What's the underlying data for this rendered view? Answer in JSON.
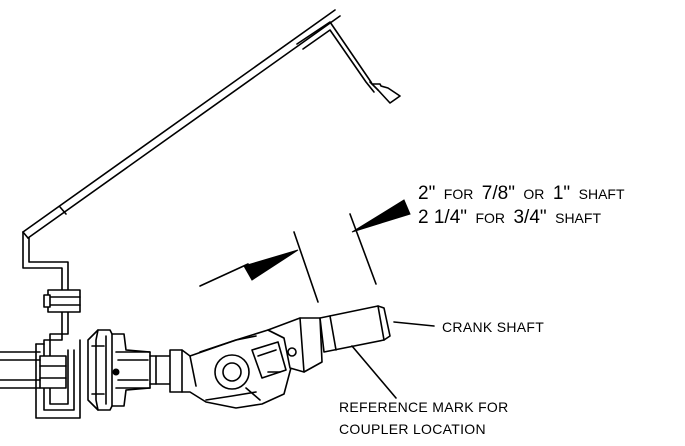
{
  "dimension": {
    "line1_a": "2\"",
    "line1_b": "FOR",
    "line1_c": "7/8\"",
    "line1_d": "OR",
    "line1_e": "1\"",
    "line1_f": "SHAFT",
    "line2_a": "2 1/4\"",
    "line2_b": "FOR",
    "line2_c": "3/4\"",
    "line2_d": "SHAFT"
  },
  "labels": {
    "crank_shaft": "CRANK SHAFT",
    "reference_line1": "REFERENCE MARK FOR",
    "reference_line2": "COUPLER LOCATION"
  }
}
